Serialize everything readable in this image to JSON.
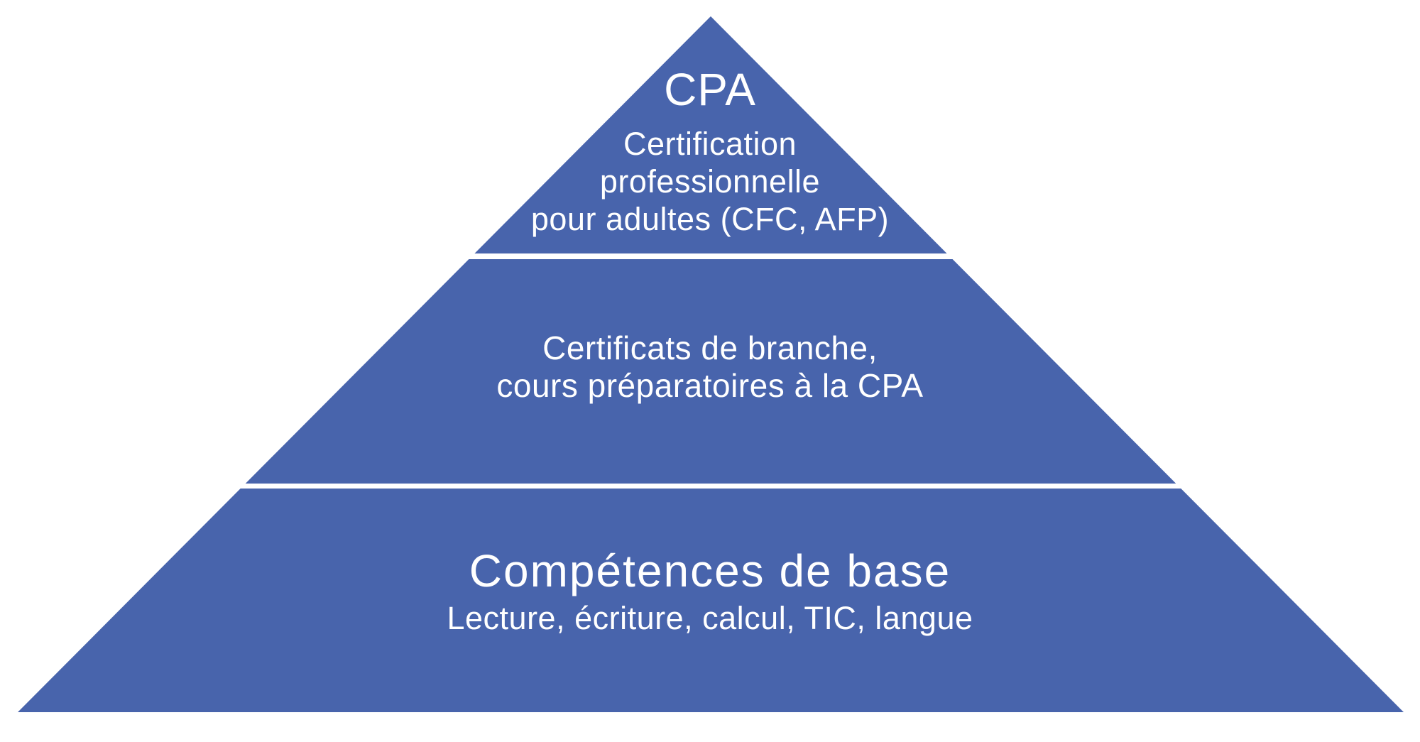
{
  "colors": {
    "pyramid_blue": "#4864AC",
    "text_white": "#FFFFFF",
    "divider_white": "#FFFFFF",
    "background": "#FFFFFF"
  },
  "pyramid": {
    "levels": [
      {
        "title": "CPA",
        "lines": [
          "Certification",
          "professionnelle",
          "pour adultes (CFC, AFP)"
        ]
      },
      {
        "lines": [
          "Certificats de branche,",
          "cours préparatoires à la CPA"
        ]
      },
      {
        "title": "Compétences de base",
        "subtitle": "Lecture, écriture, calcul, TIC, langue"
      }
    ]
  }
}
